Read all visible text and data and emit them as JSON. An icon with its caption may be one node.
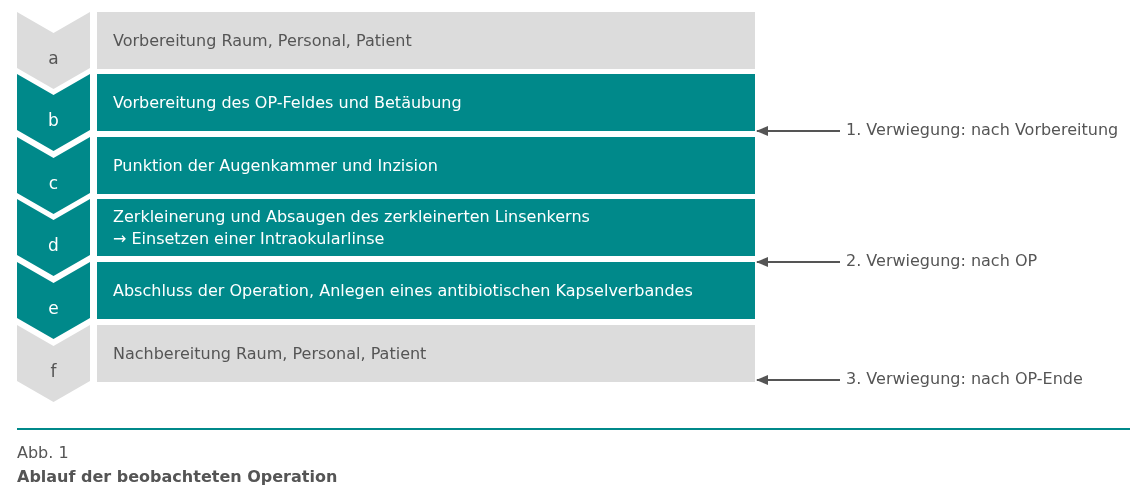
{
  "diagram": {
    "caption": "Ablauf der beobachteten Operation",
    "nodes": [
      {
        "text": [
          "a"
        ]
      },
      {
        "text": [
          "Vorbereitung Raum, Personal, Patient"
        ]
      },
      {
        "text": [
          "b"
        ]
      },
      {
        "text": [
          "Vorbereitung des OP-Feldes und Betäubung"
        ]
      },
      {
        "text": [
          "c"
        ]
      },
      {
        "text": [
          "Punktion der Augenkammer und Inzision"
        ]
      },
      {
        "text": [
          "d"
        ]
      },
      {
        "text": [
          "Zerkleinerung und Absaugen des zerkleinerten Linsenkerns → Einsetzen einer Intraokularlinse"
        ]
      },
      {
        "text": [
          "e"
        ]
      },
      {
        "text": [
          "Abschluss der Operation, Anlegen eines antibiotischen Kapselverbandes"
        ]
      },
      {
        "text": [
          "f"
        ]
      },
      {
        "text": [
          "Nachbereitung Raum, Personal, Patient"
        ]
      },
      {
        "text": [
          "1. Verwiegung: nach Vorbereitung"
        ]
      },
      {
        "text": [
          "2. Verwiegung: nach OP"
        ]
      },
      {
        "text": [
          "3. Verwiegung: nach OP-Ende"
        ]
      }
    ],
    "edges": [
      {
        "from": 12,
        "to": 3,
        "arrow": "to"
      },
      {
        "from": 13,
        "to": 7,
        "arrow": "to"
      },
      {
        "from": 14,
        "to": 11,
        "arrow": "to"
      }
    ],
    "labels": [
      "Abb. 1"
    ]
  }
}
